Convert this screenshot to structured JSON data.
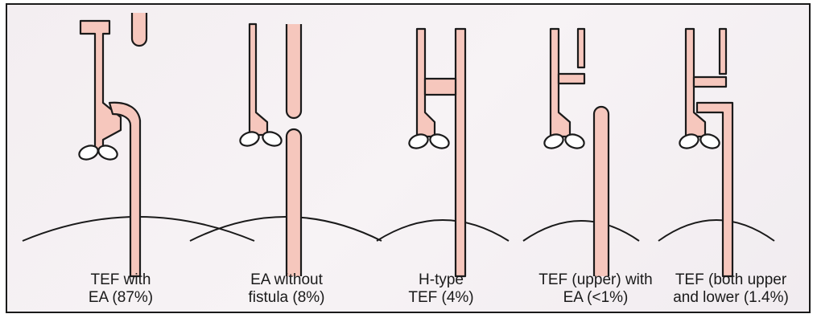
{
  "panels": [
    {
      "line1": "TEF with",
      "line2": "EA (87%)"
    },
    {
      "line1": "EA without",
      "line2": "fistula (8%)"
    },
    {
      "line1": "H-type",
      "line2": "TEF (4%)"
    },
    {
      "line1": "TEF (upper) with",
      "line2": "EA (<1%)"
    },
    {
      "line1": "TEF (both upper",
      "line2": "and lower (1.4%)"
    }
  ],
  "colors": {
    "tube_fill": "#f6c7bd",
    "outline": "#1a1a1a",
    "background": "#f5f0f3"
  }
}
